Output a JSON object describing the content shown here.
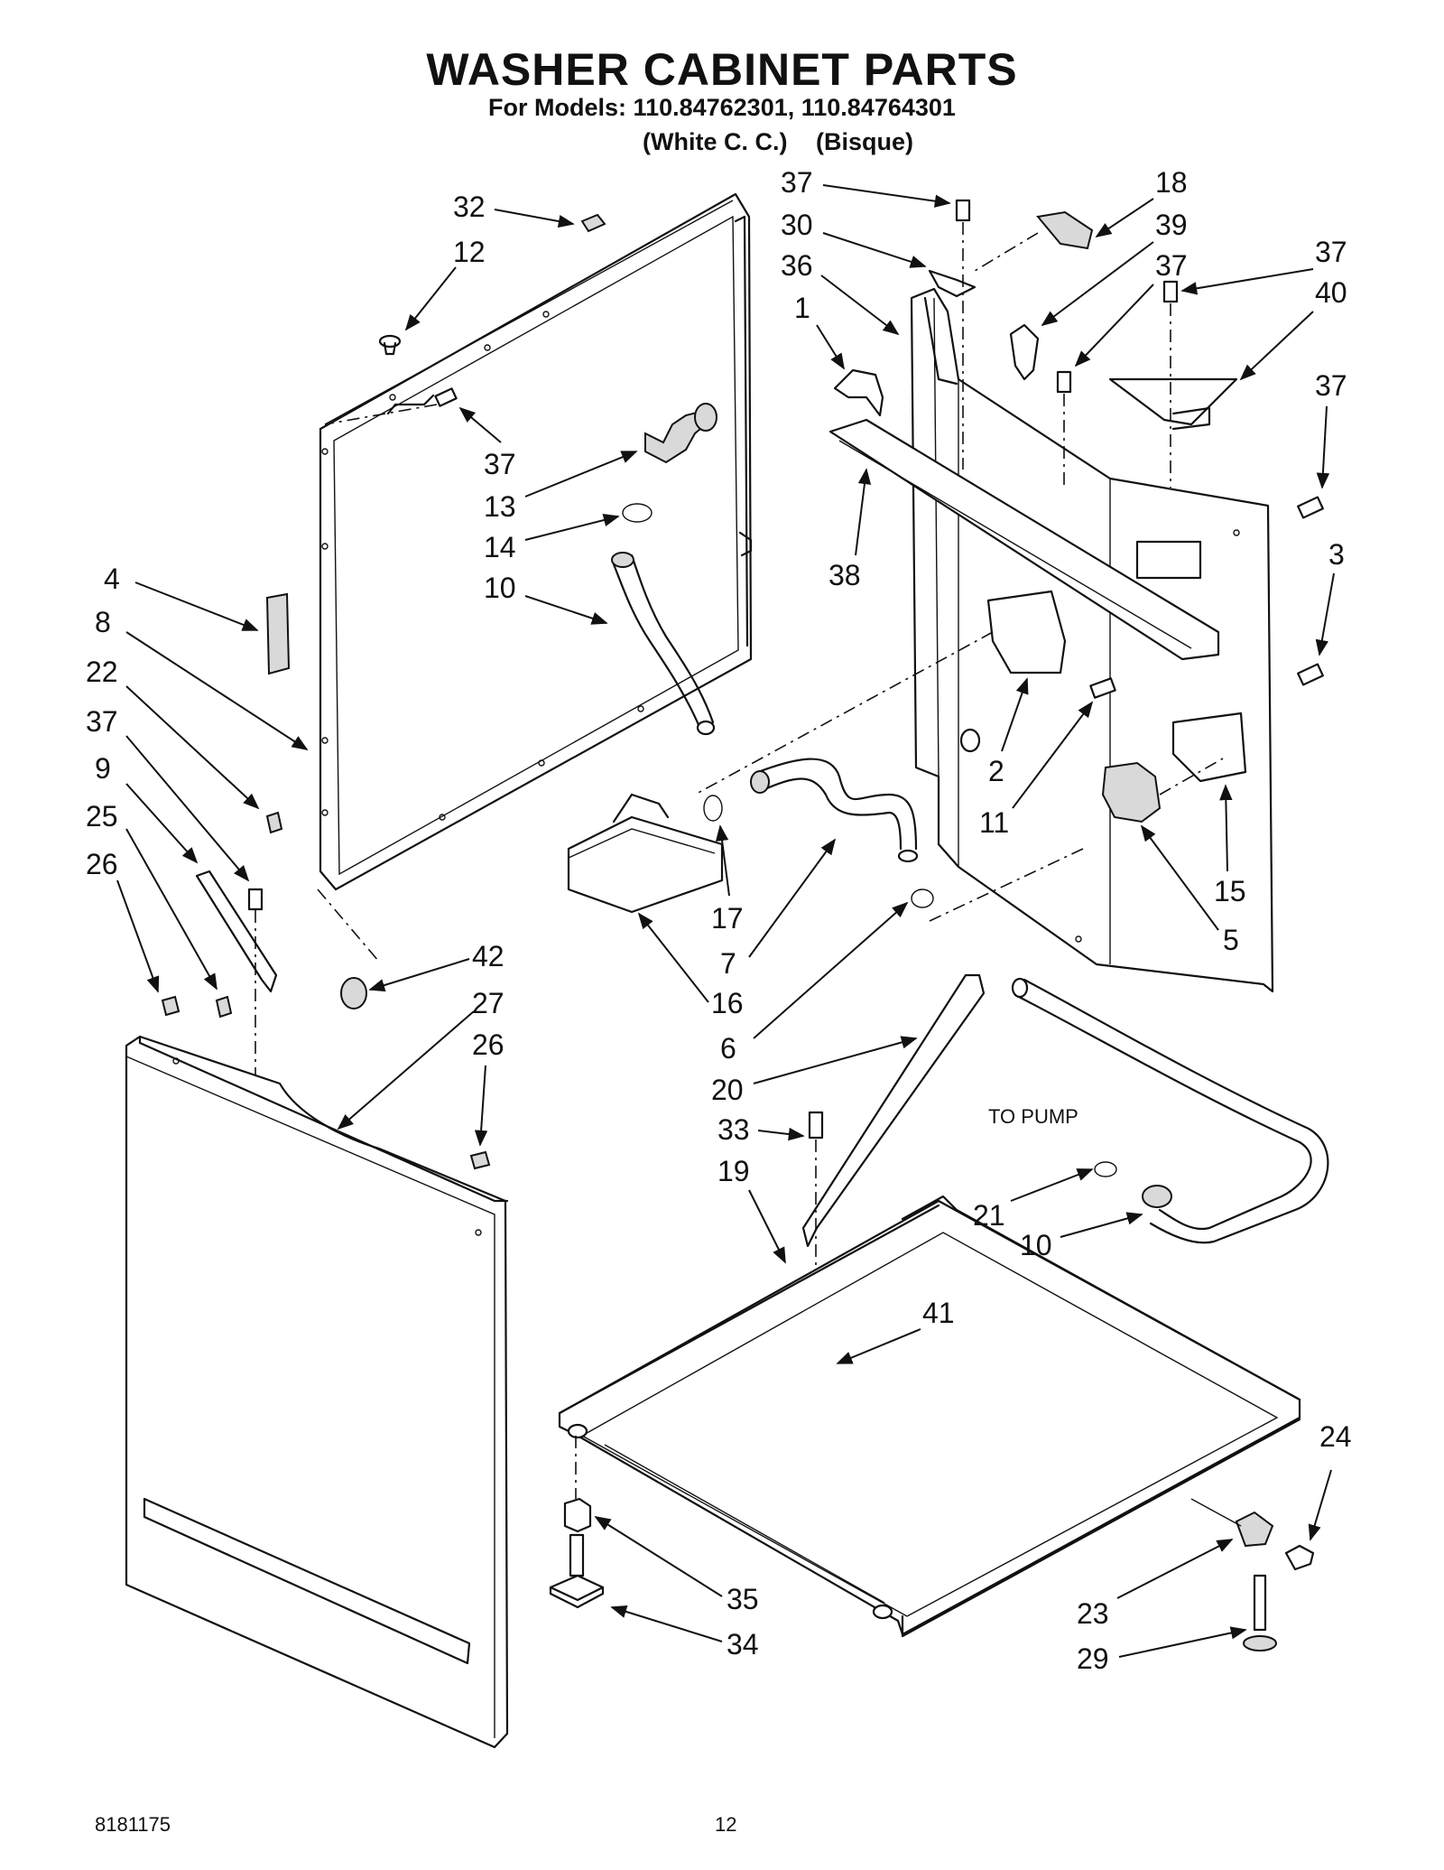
{
  "header": {
    "title": "WASHER CABINET PARTS",
    "models_line": "For Models: 110.84762301, 110.84764301",
    "color_1": "(White C. C.)",
    "color_2": "(Bisque)"
  },
  "footer": {
    "doc_number": "8181175",
    "page_number": "12"
  },
  "annotation": {
    "to_pump": "TO PUMP"
  },
  "callouts": [
    {
      "label": "32"
    },
    {
      "label": "12"
    },
    {
      "label": "37"
    },
    {
      "label": "13"
    },
    {
      "label": "14"
    },
    {
      "label": "10"
    },
    {
      "label": "4"
    },
    {
      "label": "8"
    },
    {
      "label": "22"
    },
    {
      "label": "37"
    },
    {
      "label": "9"
    },
    {
      "label": "25"
    },
    {
      "label": "26"
    },
    {
      "label": "42"
    },
    {
      "label": "27"
    },
    {
      "label": "26"
    },
    {
      "label": "37"
    },
    {
      "label": "30"
    },
    {
      "label": "36"
    },
    {
      "label": "1"
    },
    {
      "label": "38"
    },
    {
      "label": "18"
    },
    {
      "label": "39"
    },
    {
      "label": "37"
    },
    {
      "label": "37"
    },
    {
      "label": "40"
    },
    {
      "label": "37"
    },
    {
      "label": "3"
    },
    {
      "label": "2"
    },
    {
      "label": "11"
    },
    {
      "label": "15"
    },
    {
      "label": "5"
    },
    {
      "label": "17"
    },
    {
      "label": "7"
    },
    {
      "label": "16"
    },
    {
      "label": "6"
    },
    {
      "label": "20"
    },
    {
      "label": "33"
    },
    {
      "label": "19"
    },
    {
      "label": "21"
    },
    {
      "label": "10"
    },
    {
      "label": "41"
    },
    {
      "label": "24"
    },
    {
      "label": "35"
    },
    {
      "label": "34"
    },
    {
      "label": "23"
    },
    {
      "label": "29"
    }
  ]
}
